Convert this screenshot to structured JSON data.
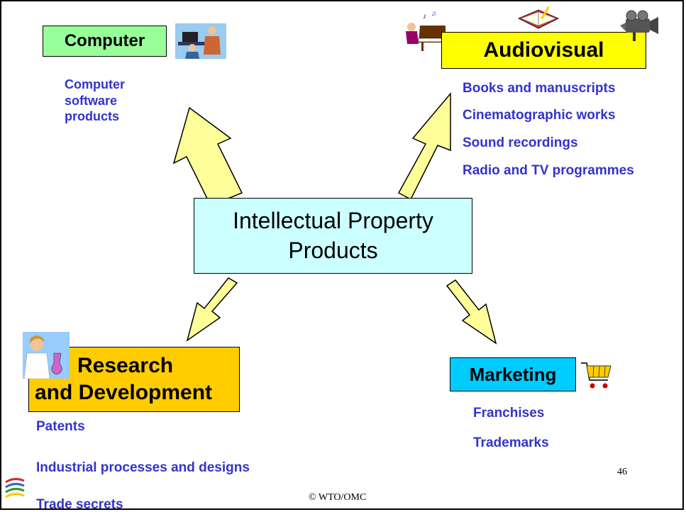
{
  "diagram": {
    "center": {
      "line1": "Intellectual Property",
      "line2": "Products"
    },
    "computer": {
      "title": "Computer",
      "items": [
        "Computer",
        "software",
        "products"
      ]
    },
    "audiovisual": {
      "title": "Audiovisual",
      "items": [
        "Books and manuscripts",
        "Cinematographic works",
        "Sound recordings",
        "Radio and TV programmes"
      ]
    },
    "research": {
      "line1": "Research",
      "line2": "and Development",
      "items": [
        "Patents",
        "Industrial processes and designs",
        "Trade secrets"
      ]
    },
    "marketing": {
      "title": "Marketing",
      "items": [
        "Franchises",
        "Trademarks"
      ]
    }
  },
  "footer": {
    "copyright": "© WTO/OMC",
    "page_number": "46"
  },
  "colors": {
    "computer_box": "#99ff99",
    "audiovisual_box": "#ffff00",
    "center_box": "#ccffff",
    "research_box": "#ffcc00",
    "marketing_box": "#00ccff",
    "arrow_fill": "#ffff99",
    "item_text": "#3333cc"
  },
  "icons": [
    "office-workers-clipart-icon",
    "piano-player-clipart-icon",
    "book-clipart-icon",
    "video-camera-clipart-icon",
    "scientist-clipart-icon",
    "shopping-cart-icon",
    "wto-logo-icon"
  ]
}
